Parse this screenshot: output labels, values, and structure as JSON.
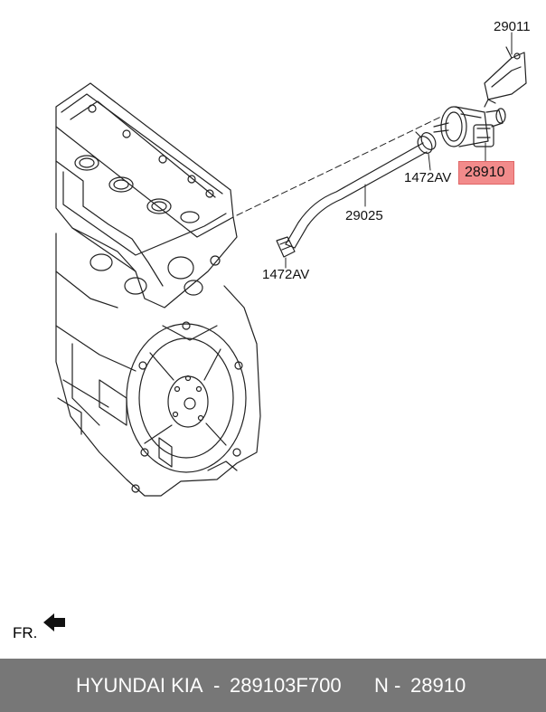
{
  "labels": {
    "bracket": "29011",
    "valve": "28910",
    "clamp_upper": "1472AV",
    "hose": "29025",
    "clamp_lower": "1472AV"
  },
  "front_indicator": "FR.",
  "footer": {
    "brand": "HYUNDAI  KIA",
    "separator1": "-",
    "part_number": "289103F700",
    "code_prefix": "N",
    "separator2": "-",
    "code": "28910"
  },
  "highlight_color": "#f28b8b",
  "footer_color": "#777777"
}
